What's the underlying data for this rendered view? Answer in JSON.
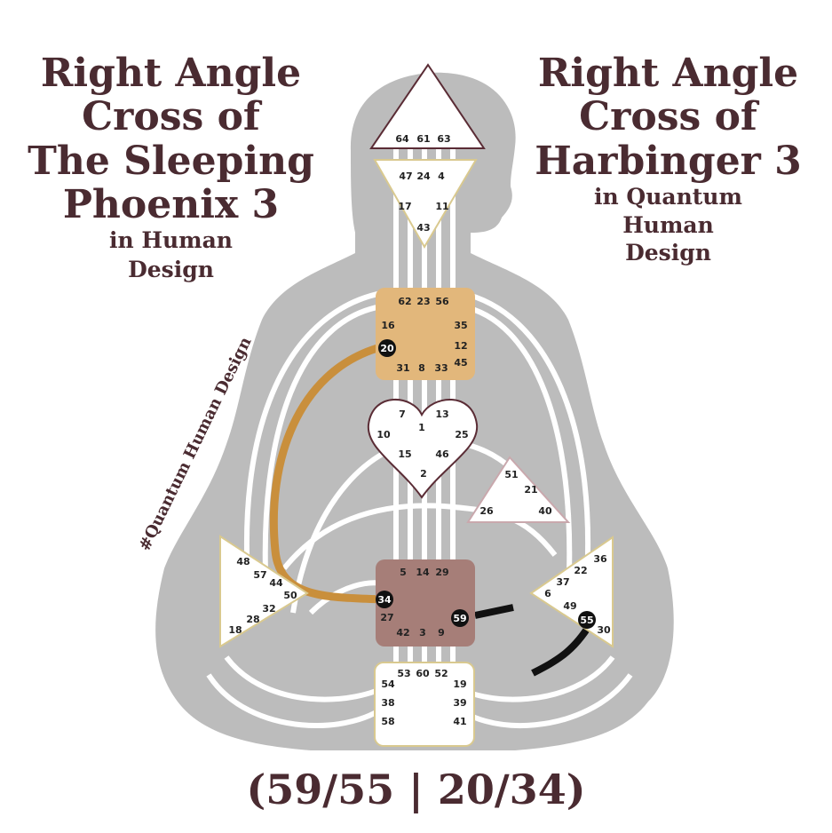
{
  "left_title": {
    "lines": [
      "Right Angle",
      "Cross of",
      "The Sleeping",
      "Phoenix 3"
    ],
    "sub": [
      "in Human",
      "Design"
    ]
  },
  "right_title": {
    "lines": [
      "Right Angle",
      "Cross of",
      "Harbinger 3"
    ],
    "sub": [
      "in Quantum",
      "Human",
      "Design"
    ]
  },
  "hashtag": "#Quantum Human Design",
  "bottom_code": "(59/55 | 20/34)",
  "colors": {
    "title": "#4a2b31",
    "body": "#bcbcbc",
    "throat": "#e2b77b",
    "sacral": "#a67e78",
    "channel_20_34": "#c98f3c",
    "active_gate": "#111111"
  },
  "centers": {
    "head": {
      "gates": [
        "64",
        "61",
        "63"
      ]
    },
    "ajna": {
      "gates": [
        "47",
        "24",
        "4",
        "17",
        "11",
        "43"
      ]
    },
    "throat": {
      "gates": [
        "62",
        "23",
        "56",
        "16",
        "35",
        "20",
        "12",
        "45",
        "31",
        "8",
        "33"
      ]
    },
    "g": {
      "gates": [
        "7",
        "1",
        "13",
        "10",
        "25",
        "15",
        "46",
        "2"
      ]
    },
    "heart": {
      "gates": [
        "51",
        "21",
        "26",
        "40"
      ]
    },
    "spleen": {
      "gates": [
        "48",
        "57",
        "44",
        "50",
        "32",
        "28",
        "18"
      ]
    },
    "sacral": {
      "gates": [
        "5",
        "14",
        "29",
        "34",
        "59",
        "27",
        "42",
        "3",
        "9"
      ]
    },
    "solar_plexus": {
      "gates": [
        "36",
        "22",
        "37",
        "6",
        "49",
        "55",
        "30"
      ]
    },
    "root": {
      "gates": [
        "53",
        "60",
        "52",
        "54",
        "19",
        "38",
        "39",
        "58",
        "41"
      ]
    }
  },
  "active_gates": [
    "20",
    "34",
    "59",
    "55"
  ]
}
